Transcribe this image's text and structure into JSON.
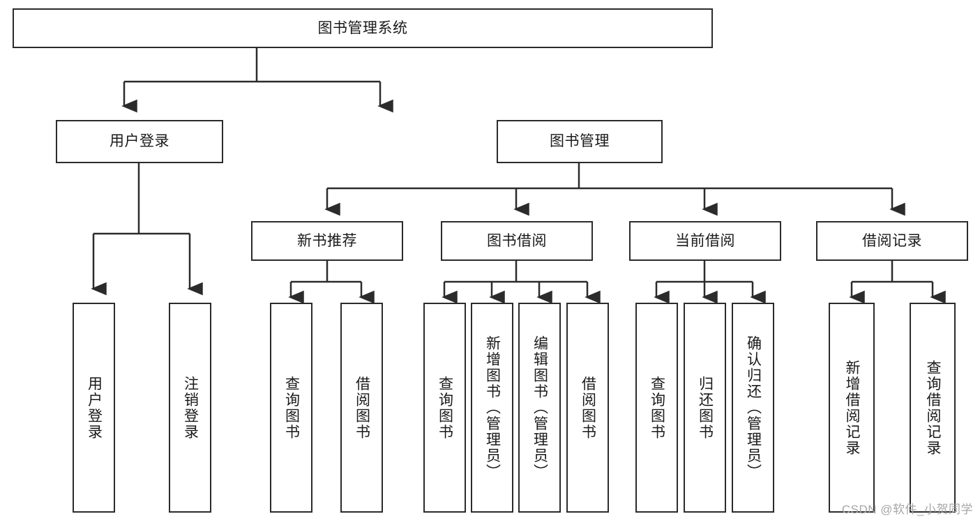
{
  "diagram": {
    "title": "图书管理系统",
    "type": "tree-hierarchy",
    "watermark": "CSDN @软件_小贺同学",
    "colors": {
      "background": "#ffffff",
      "box_border": "#2b2b2b",
      "connector": "#2b2b2b",
      "text": "#1a1a1a",
      "watermark": "#a6a6a6"
    },
    "root": {
      "label": "图书管理系统"
    },
    "level2": [
      {
        "label": "用户登录"
      },
      {
        "label": "图书管理"
      }
    ],
    "level3": [
      {
        "label": "新书推荐"
      },
      {
        "label": "图书借阅"
      },
      {
        "label": "当前借阅"
      },
      {
        "label": "借阅记录"
      }
    ],
    "leaves": {
      "user_login": [
        {
          "label": "用户登录"
        },
        {
          "label": "注销登录"
        }
      ],
      "new_book_recommend": [
        {
          "label": "查询图书"
        },
        {
          "label": "借阅图书"
        }
      ],
      "book_borrow": [
        {
          "label": "查询图书"
        },
        {
          "label": "新增图书（管理员）"
        },
        {
          "label": "编辑图书（管理员）"
        },
        {
          "label": "借阅图书"
        }
      ],
      "current_borrow": [
        {
          "label": "查询图书"
        },
        {
          "label": "归还图书"
        },
        {
          "label": "确认归还（管理员）"
        }
      ],
      "borrow_records": [
        {
          "label": "新增借阅记录"
        },
        {
          "label": "查询借阅记录"
        }
      ]
    }
  }
}
